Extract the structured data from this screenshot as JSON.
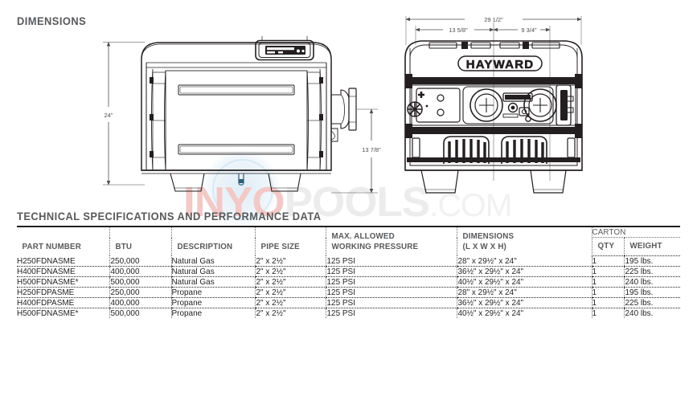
{
  "sections": {
    "dimensions_title": "DIMENSIONS",
    "tech_title": "TECHNICAL SPECIFICATIONS AND PERFORMANCE DATA"
  },
  "watermark": {
    "part1": "INYO",
    "part2": "POOLS",
    "part3": ".COM",
    "color1": "#f2c9c7",
    "color2": "#ececec",
    "color3": "#f1f1f1"
  },
  "side_view": {
    "brand": "",
    "height_label": "24\"",
    "outlet_height_label": "13 7/8\""
  },
  "front_view": {
    "brand": "HAYWARD",
    "overall_width_label": "29 1/2\"",
    "left_span_label": "13 5/8\"",
    "right_span_label": "9 3/4\""
  },
  "table": {
    "headers": {
      "part_number": "PART NUMBER",
      "btu": "BTU",
      "description": "DESCRIPTION",
      "pipe_size": "PIPE SIZE",
      "max_pressure": "MAX. ALLOWED\nWORKING PRESSURE",
      "dimensions": "DIMENSIONS\n(L X W X H)",
      "carton": "CARTON",
      "qty": "QTY",
      "weight": "WEIGHT"
    },
    "rows": [
      {
        "part_number": "H250FDNASME",
        "btu": "250,000",
        "description": "Natural Gas",
        "pipe_size": "2\" x 2½\"",
        "max_pressure": "125 PSI",
        "dimensions": "28\" x 29½\" x 24\"",
        "qty": "1",
        "weight": "195 lbs."
      },
      {
        "part_number": "H400FDNASME",
        "btu": "400,000",
        "description": "Natural Gas",
        "pipe_size": "2\" x 2½\"",
        "max_pressure": "125 PSI",
        "dimensions": "36½\" x 29½\" x 24\"",
        "qty": "1",
        "weight": "225 lbs."
      },
      {
        "part_number": "H500FDNASME*",
        "btu": "500,000",
        "description": "Natural Gas",
        "pipe_size": "2\" x 2½\"",
        "max_pressure": "125 PSI",
        "dimensions": "40½\" x 29½\" x 24\"",
        "qty": "1",
        "weight": "240 lbs."
      },
      {
        "part_number": "H250FDPASME",
        "btu": "250,000",
        "description": "Propane",
        "pipe_size": "2\" x 2½\"",
        "max_pressure": "125 PSI",
        "dimensions": "28\" x 29½\" x 24\"",
        "qty": "1",
        "weight": "195 lbs."
      },
      {
        "part_number": "H400FDPASME",
        "btu": "400,000",
        "description": "Propane",
        "pipe_size": "2\" x 2½\"",
        "max_pressure": "125 PSI",
        "dimensions": "36½\" x 29½\" x 24\"",
        "qty": "1",
        "weight": "225 lbs."
      },
      {
        "part_number": "H500FDNASME*",
        "btu": "500,000",
        "description": "Propane",
        "pipe_size": "2\" x 2½\"",
        "max_pressure": "125 PSI",
        "dimensions": "40½\" x 29½\" x 24\"",
        "qty": "1",
        "weight": "240 lbs."
      }
    ]
  }
}
